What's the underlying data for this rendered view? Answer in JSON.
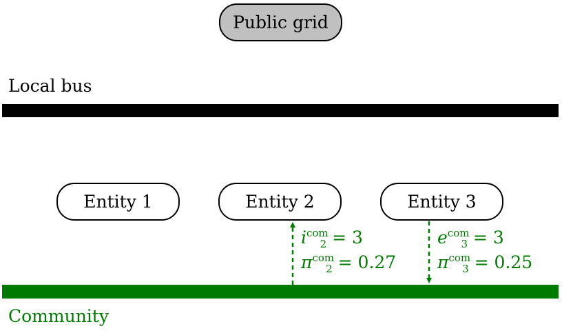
{
  "public_grid": {
    "label": "Public grid"
  },
  "local_bus": {
    "label": "Local bus"
  },
  "community": {
    "label": "Community"
  },
  "entities": [
    {
      "label": "Entity 1"
    },
    {
      "label": "Entity 2"
    },
    {
      "label": "Entity 3"
    }
  ],
  "flows": [
    {
      "entity": "Entity 2",
      "direction": "community-to-entity",
      "qty_symbol": "i",
      "qty_sub": "2",
      "qty_sup": "com",
      "qty_value": "3",
      "price_symbol": "π",
      "price_sub": "2",
      "price_sup": "com",
      "price_value": "0.27"
    },
    {
      "entity": "Entity 3",
      "direction": "entity-to-community",
      "qty_symbol": "e",
      "qty_sub": "3",
      "qty_sup": "com",
      "qty_value": "3",
      "price_symbol": "π",
      "price_sub": "3",
      "price_sup": "com",
      "price_value": "0.25"
    }
  ],
  "colors": {
    "community": "#007a00",
    "bus": "#000000",
    "grid_fill": "#c0c0c0"
  }
}
